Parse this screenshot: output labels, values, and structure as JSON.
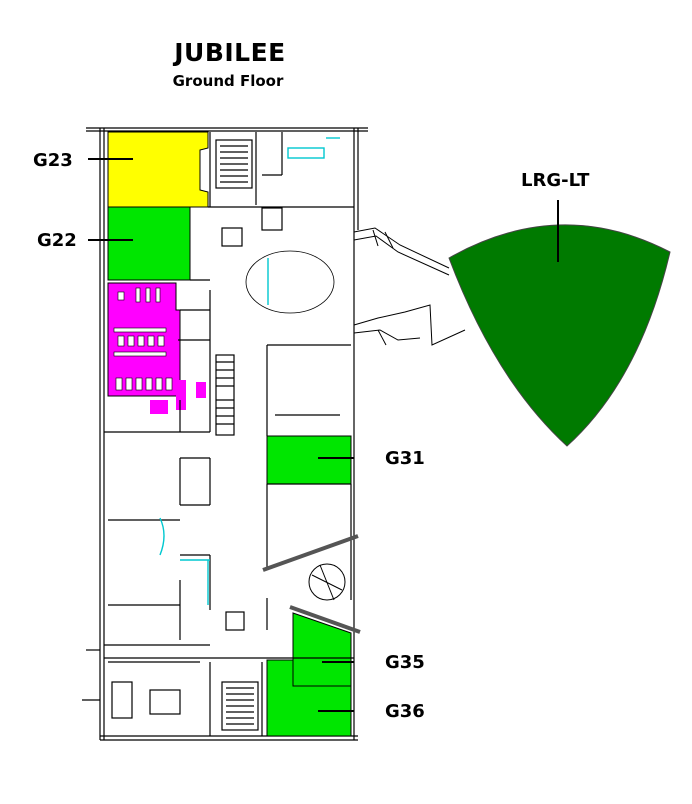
{
  "building": {
    "name": "JUBILEE",
    "floor": "Ground Floor"
  },
  "rooms": [
    {
      "id": "G23",
      "label": "G23",
      "color": "#ffff00"
    },
    {
      "id": "G22",
      "label": "G22",
      "color": "#00e600"
    },
    {
      "id": "LRG-LT",
      "label": "LRG-LT",
      "color": "#007a00"
    },
    {
      "id": "G31",
      "label": "G31",
      "color": "#00e600"
    },
    {
      "id": "G35",
      "label": "G35",
      "color": "#00e600"
    },
    {
      "id": "G36",
      "label": "G36",
      "color": "#00e600"
    }
  ],
  "colors": {
    "toilets": "#ff00ff",
    "walls": "#000000",
    "fixtures": "#00c8d0"
  }
}
